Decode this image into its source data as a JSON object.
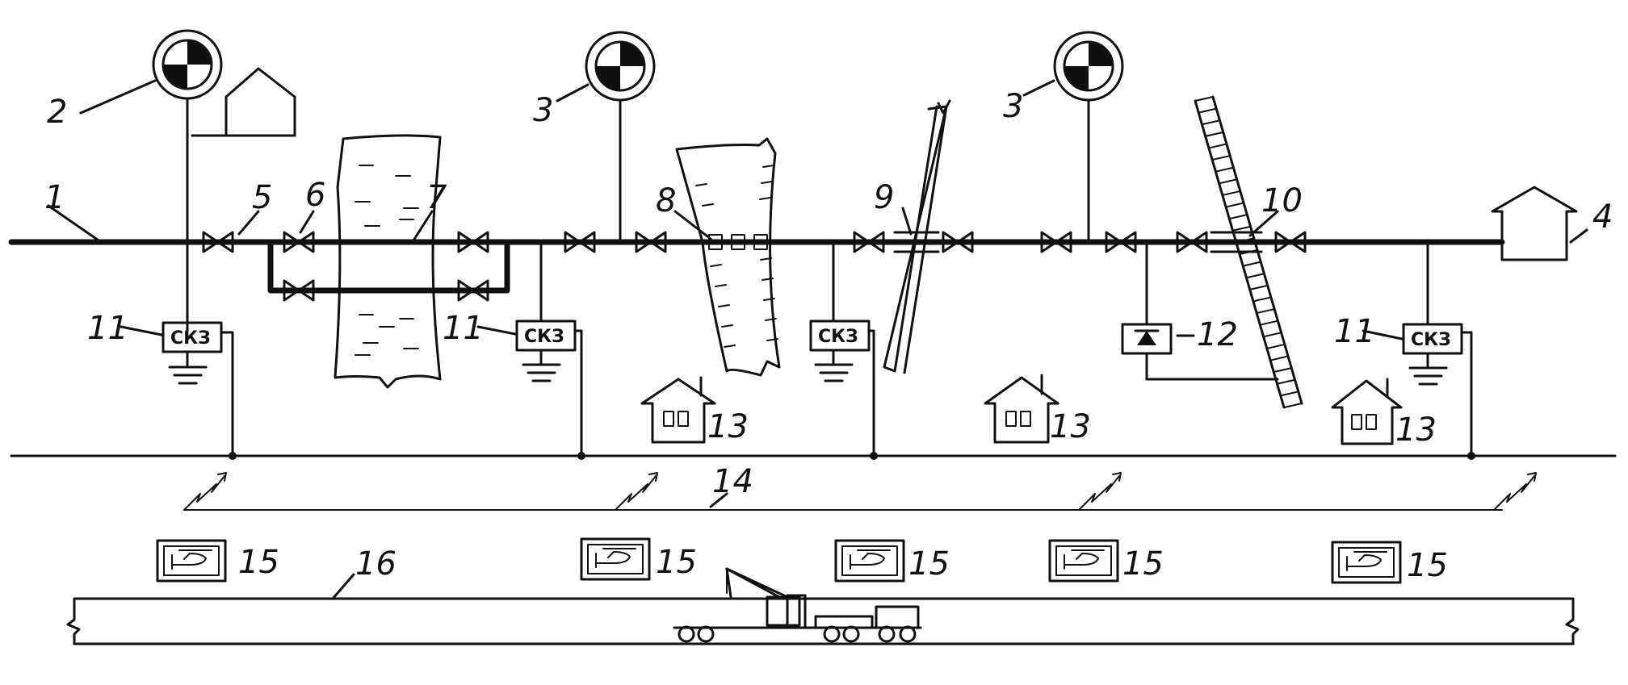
{
  "diagram": {
    "labels": {
      "pipeline": "1",
      "station_left": "2",
      "station_mid": "3",
      "station_right": "3",
      "end_building": "4",
      "valve_a": "5",
      "valve_b": "6",
      "water_crossing": "7",
      "ravine_crossing": "8",
      "road_crossing": "9",
      "rail_crossing": "10",
      "cp_left": "11",
      "cp_mid": "11",
      "cp_right": "11",
      "drainage": "12",
      "house_a": "13",
      "house_b": "13",
      "house_c": "13",
      "comm_line": "14",
      "vehicle_a": "15",
      "vehicle_b": "15",
      "vehicle_c": "15",
      "vehicle_d": "15",
      "vehicle_e": "15",
      "road": "16"
    },
    "ckz_text": "СКЗ"
  }
}
